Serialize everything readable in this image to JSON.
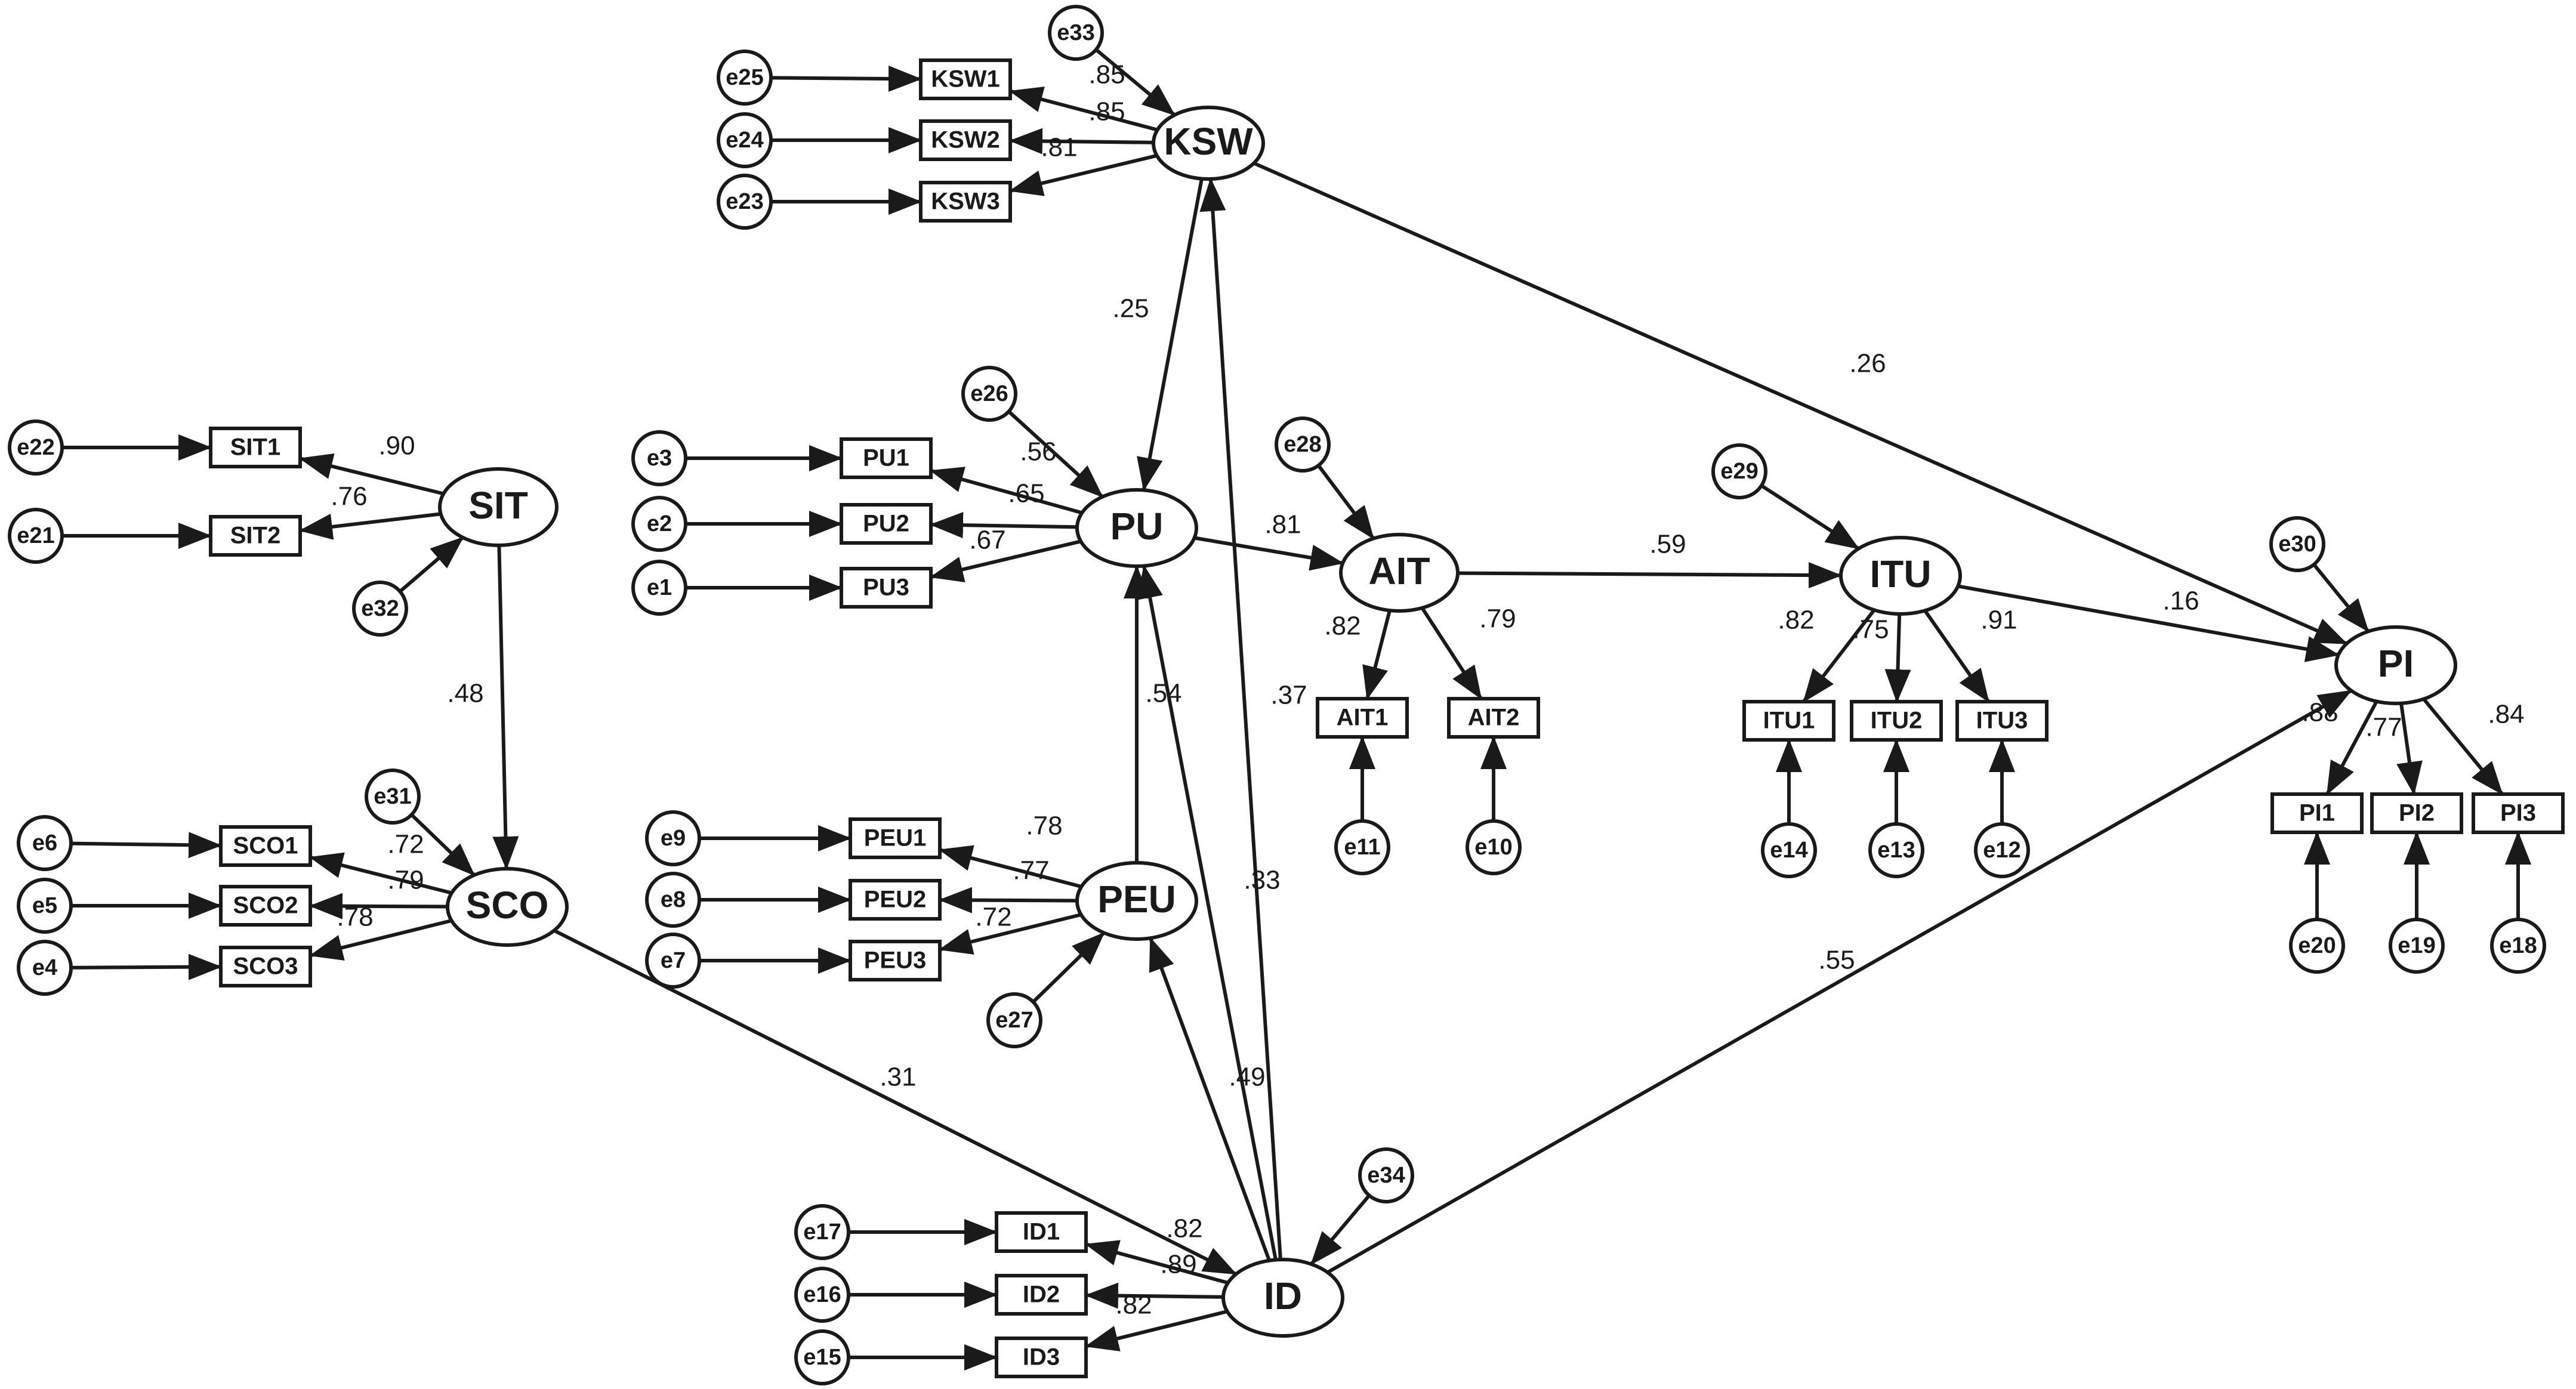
{
  "diagram": {
    "latent": [
      {
        "id": "KSW",
        "label": "KSW"
      },
      {
        "id": "SIT",
        "label": "SIT"
      },
      {
        "id": "PU",
        "label": "PU"
      },
      {
        "id": "AIT",
        "label": "AIT"
      },
      {
        "id": "ITU",
        "label": "ITU"
      },
      {
        "id": "PI",
        "label": "PI"
      },
      {
        "id": "SCO",
        "label": "SCO"
      },
      {
        "id": "PEU",
        "label": "PEU"
      },
      {
        "id": "ID",
        "label": "ID"
      }
    ],
    "indicators": [
      {
        "id": "KSW1",
        "label": "KSW1"
      },
      {
        "id": "KSW2",
        "label": "KSW2"
      },
      {
        "id": "KSW3",
        "label": "KSW3"
      },
      {
        "id": "SIT1",
        "label": "SIT1"
      },
      {
        "id": "SIT2",
        "label": "SIT2"
      },
      {
        "id": "PU1",
        "label": "PU1"
      },
      {
        "id": "PU2",
        "label": "PU2"
      },
      {
        "id": "PU3",
        "label": "PU3"
      },
      {
        "id": "AIT1",
        "label": "AIT1"
      },
      {
        "id": "AIT2",
        "label": "AIT2"
      },
      {
        "id": "ITU1",
        "label": "ITU1"
      },
      {
        "id": "ITU2",
        "label": "ITU2"
      },
      {
        "id": "ITU3",
        "label": "ITU3"
      },
      {
        "id": "PI1",
        "label": "PI1"
      },
      {
        "id": "PI2",
        "label": "PI2"
      },
      {
        "id": "PI3",
        "label": "PI3"
      },
      {
        "id": "SCO1",
        "label": "SCO1"
      },
      {
        "id": "SCO2",
        "label": "SCO2"
      },
      {
        "id": "SCO3",
        "label": "SCO3"
      },
      {
        "id": "PEU1",
        "label": "PEU1"
      },
      {
        "id": "PEU2",
        "label": "PEU2"
      },
      {
        "id": "PEU3",
        "label": "PEU3"
      },
      {
        "id": "ID1",
        "label": "ID1"
      },
      {
        "id": "ID2",
        "label": "ID2"
      },
      {
        "id": "ID3",
        "label": "ID3"
      }
    ],
    "errors": [
      {
        "id": "e1",
        "label": "e1"
      },
      {
        "id": "e2",
        "label": "e2"
      },
      {
        "id": "e3",
        "label": "e3"
      },
      {
        "id": "e4",
        "label": "e4"
      },
      {
        "id": "e5",
        "label": "e5"
      },
      {
        "id": "e6",
        "label": "e6"
      },
      {
        "id": "e7",
        "label": "e7"
      },
      {
        "id": "e8",
        "label": "e8"
      },
      {
        "id": "e9",
        "label": "e9"
      },
      {
        "id": "e10",
        "label": "e10"
      },
      {
        "id": "e11",
        "label": "e11"
      },
      {
        "id": "e12",
        "label": "e12"
      },
      {
        "id": "e13",
        "label": "e13"
      },
      {
        "id": "e14",
        "label": "e14"
      },
      {
        "id": "e15",
        "label": "e15"
      },
      {
        "id": "e16",
        "label": "e16"
      },
      {
        "id": "e17",
        "label": "e17"
      },
      {
        "id": "e18",
        "label": "e18"
      },
      {
        "id": "e19",
        "label": "e19"
      },
      {
        "id": "e20",
        "label": "e20"
      },
      {
        "id": "e21",
        "label": "e21"
      },
      {
        "id": "e22",
        "label": "e22"
      },
      {
        "id": "e23",
        "label": "e23"
      },
      {
        "id": "e24",
        "label": "e24"
      },
      {
        "id": "e25",
        "label": "e25"
      },
      {
        "id": "e26",
        "label": "e26"
      },
      {
        "id": "e27",
        "label": "e27"
      },
      {
        "id": "e28",
        "label": "e28"
      },
      {
        "id": "e29",
        "label": "e29"
      },
      {
        "id": "e30",
        "label": "e30"
      },
      {
        "id": "e31",
        "label": "e31"
      },
      {
        "id": "e32",
        "label": "e32"
      },
      {
        "id": "e33",
        "label": "e33"
      },
      {
        "id": "e34",
        "label": "e34"
      }
    ],
    "edges": [
      {
        "from": "e25",
        "to": "KSW1"
      },
      {
        "from": "e24",
        "to": "KSW2"
      },
      {
        "from": "e23",
        "to": "KSW3"
      },
      {
        "from": "KSW",
        "to": "KSW1",
        "label": ".85"
      },
      {
        "from": "KSW",
        "to": "KSW2",
        "label": ".85"
      },
      {
        "from": "KSW",
        "to": "KSW3",
        "label": ".81"
      },
      {
        "from": "e33",
        "to": "KSW"
      },
      {
        "from": "e22",
        "to": "SIT1"
      },
      {
        "from": "e21",
        "to": "SIT2"
      },
      {
        "from": "SIT",
        "to": "SIT1",
        "label": ".90"
      },
      {
        "from": "SIT",
        "to": "SIT2",
        "label": ".76"
      },
      {
        "from": "e32",
        "to": "SIT"
      },
      {
        "from": "SIT",
        "to": "SCO",
        "label": ".48"
      },
      {
        "from": "e3",
        "to": "PU1"
      },
      {
        "from": "e2",
        "to": "PU2"
      },
      {
        "from": "e1",
        "to": "PU3"
      },
      {
        "from": "PU",
        "to": "PU1",
        "label": ".56"
      },
      {
        "from": "PU",
        "to": "PU2",
        "label": ".65"
      },
      {
        "from": "PU",
        "to": "PU3",
        "label": ".67"
      },
      {
        "from": "e26",
        "to": "PU"
      },
      {
        "from": "KSW",
        "to": "PU",
        "label": ".25"
      },
      {
        "from": "PU",
        "to": "AIT",
        "label": ".81"
      },
      {
        "from": "e28",
        "to": "AIT"
      },
      {
        "from": "AIT",
        "to": "AIT1",
        "label": ".82"
      },
      {
        "from": "AIT",
        "to": "AIT2",
        "label": ".79"
      },
      {
        "from": "e11",
        "to": "AIT1"
      },
      {
        "from": "e10",
        "to": "AIT2"
      },
      {
        "from": "AIT",
        "to": "ITU",
        "label": ".59"
      },
      {
        "from": "e29",
        "to": "ITU"
      },
      {
        "from": "ITU",
        "to": "ITU1",
        "label": ".82"
      },
      {
        "from": "ITU",
        "to": "ITU2",
        "label": ".75"
      },
      {
        "from": "ITU",
        "to": "ITU3",
        "label": ".91"
      },
      {
        "from": "e14",
        "to": "ITU1"
      },
      {
        "from": "e13",
        "to": "ITU2"
      },
      {
        "from": "e12",
        "to": "ITU3"
      },
      {
        "from": "ITU",
        "to": "PI",
        "label": ".16"
      },
      {
        "from": "KSW",
        "to": "PI",
        "label": ".26"
      },
      {
        "from": "e30",
        "to": "PI"
      },
      {
        "from": "PI",
        "to": "PI1",
        "label": ".88"
      },
      {
        "from": "PI",
        "to": "PI2",
        "label": ".77"
      },
      {
        "from": "PI",
        "to": "PI3",
        "label": ".84"
      },
      {
        "from": "e20",
        "to": "PI1"
      },
      {
        "from": "e19",
        "to": "PI2"
      },
      {
        "from": "e18",
        "to": "PI3"
      },
      {
        "from": "e6",
        "to": "SCO1"
      },
      {
        "from": "e5",
        "to": "SCO2"
      },
      {
        "from": "e4",
        "to": "SCO3"
      },
      {
        "from": "SCO",
        "to": "SCO1",
        "label": ".72"
      },
      {
        "from": "SCO",
        "to": "SCO2",
        "label": ".79"
      },
      {
        "from": "SCO",
        "to": "SCO3",
        "label": ".78"
      },
      {
        "from": "e31",
        "to": "SCO"
      },
      {
        "from": "e9",
        "to": "PEU1"
      },
      {
        "from": "e8",
        "to": "PEU2"
      },
      {
        "from": "e7",
        "to": "PEU3"
      },
      {
        "from": "PEU",
        "to": "PEU1",
        "label": ".78"
      },
      {
        "from": "PEU",
        "to": "PEU2",
        "label": ".77"
      },
      {
        "from": "PEU",
        "to": "PEU3",
        "label": ".72"
      },
      {
        "from": "e27",
        "to": "PEU"
      },
      {
        "from": "PEU",
        "to": "PU",
        "label": ".54"
      },
      {
        "from": "ID",
        "to": "PEU",
        "label": ".49"
      },
      {
        "from": "ID",
        "to": "PU",
        "label": ".37"
      },
      {
        "from": "ID",
        "to": "KSW",
        "label": ".33"
      },
      {
        "from": "SCO",
        "to": "ID",
        "label": ".31"
      },
      {
        "from": "ID",
        "to": "PI",
        "label": ".55"
      },
      {
        "from": "e34",
        "to": "ID"
      },
      {
        "from": "e17",
        "to": "ID1"
      },
      {
        "from": "e16",
        "to": "ID2"
      },
      {
        "from": "e15",
        "to": "ID3"
      },
      {
        "from": "ID",
        "to": "ID1",
        "label": ".82"
      },
      {
        "from": "ID",
        "to": "ID2",
        "label": ".89"
      },
      {
        "from": "ID",
        "to": "ID3",
        "label": ".82"
      }
    ]
  }
}
